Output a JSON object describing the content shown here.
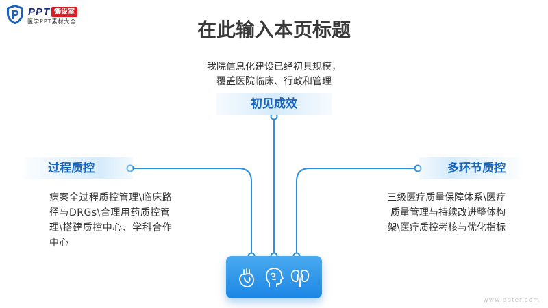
{
  "logo": {
    "brand": "PPT",
    "badge": "懒设室",
    "subtitle": "医学PPT素材大全"
  },
  "title": "在此输入本页标题",
  "top": {
    "desc_lines": [
      "我院信息化建设已经初具规模，",
      "覆盖医院临床、行政和管理"
    ],
    "label": "初见成效"
  },
  "left": {
    "label": "过程质控",
    "desc_lines": [
      "病案全过程质控管理\\临床路",
      "径与DRGs\\合理用药质控管",
      "理\\搭建质控中心、学科合作",
      "中心"
    ]
  },
  "right": {
    "label": "多环节质控",
    "desc_lines": [
      "三级医疗质量保障体系\\医疗",
      "质量管理与持续改进整体构",
      "架\\医疗质控考核与优化指标"
    ]
  },
  "panel": {
    "icons": [
      "heart-icon",
      "head-icon",
      "kidney-icon"
    ]
  },
  "watermark": "www.ppter.com",
  "colors": {
    "accent": "#1b86e4",
    "label_text": "#1565c0",
    "line": "#2a8fe0",
    "title": "#3a3a3a"
  }
}
